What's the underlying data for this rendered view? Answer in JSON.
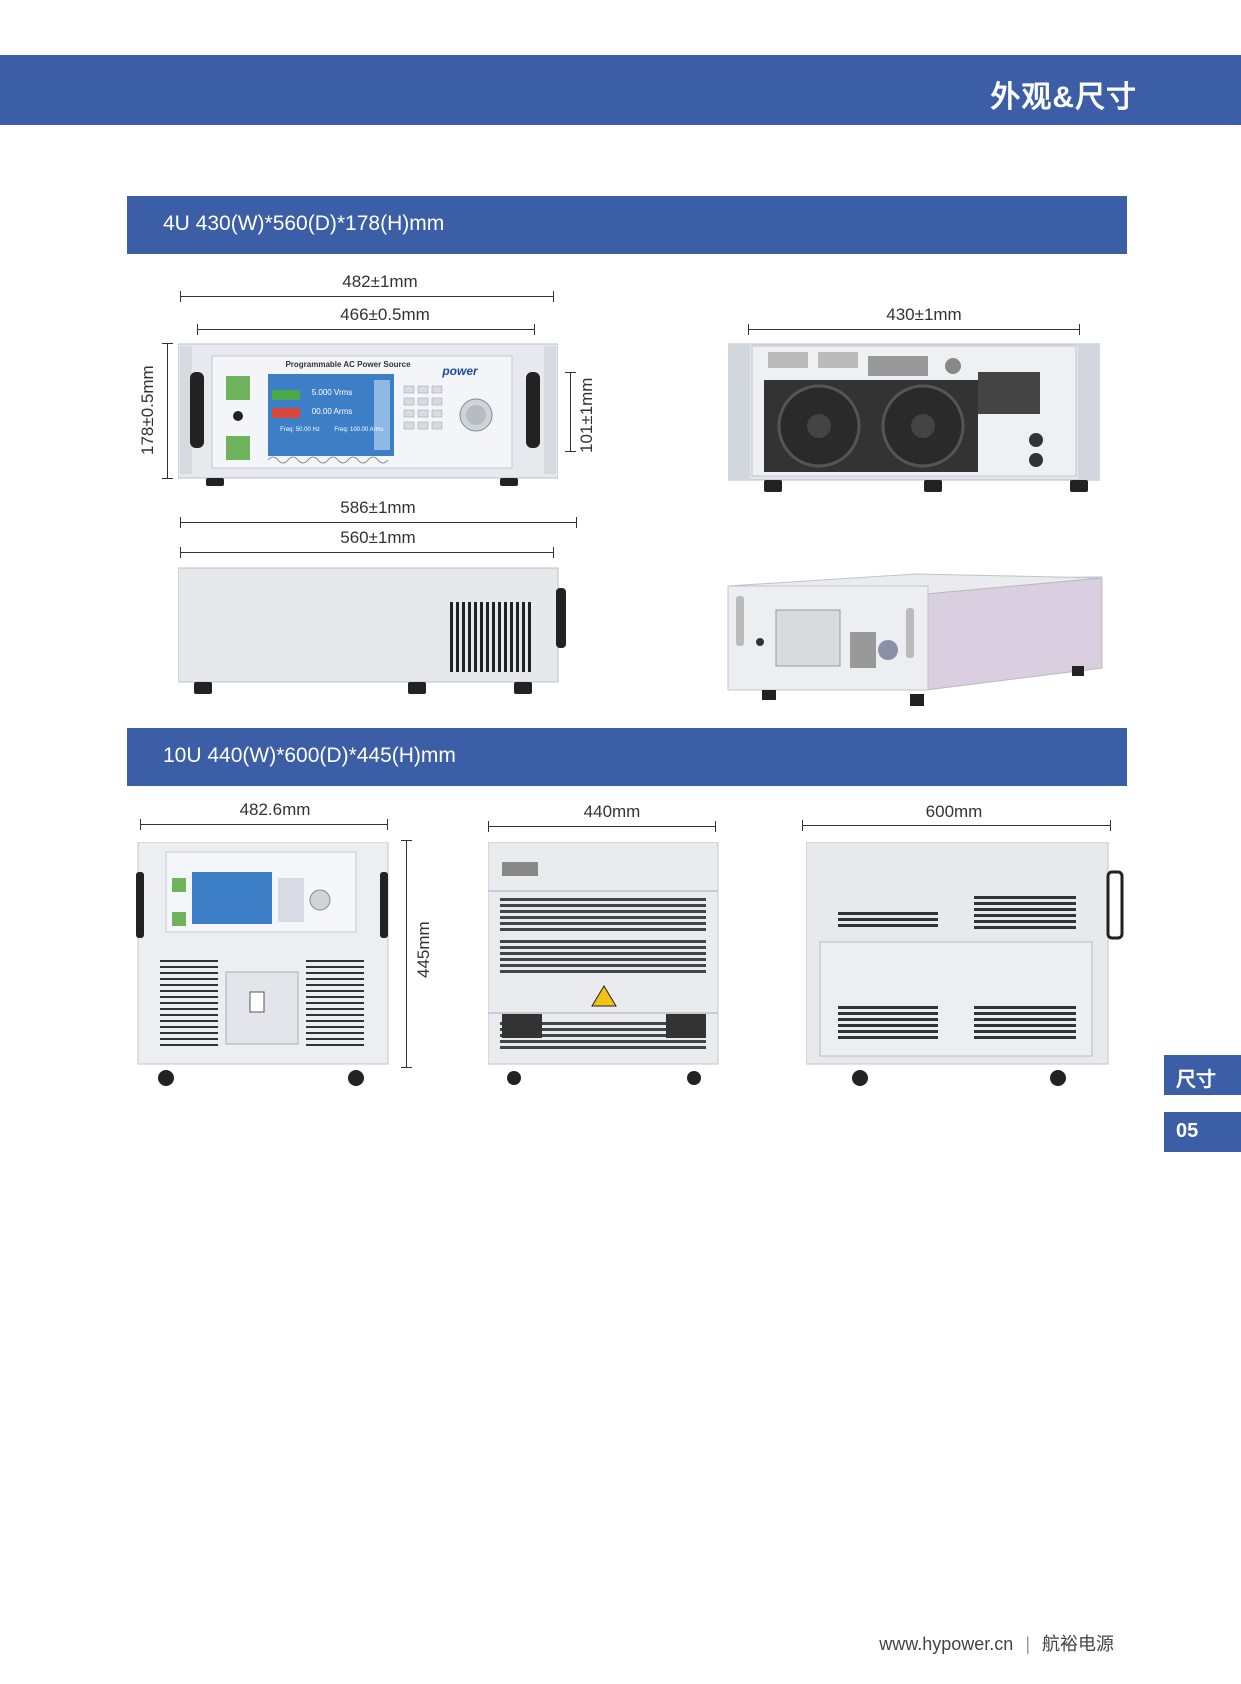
{
  "header": {
    "title": "外观&尺寸"
  },
  "section1": {
    "label": "4U 430(W)*560(D)*178(H)mm",
    "dims": {
      "front_outer_width": "482±1mm",
      "front_inner_width": "466±0.5mm",
      "front_height": "178±0.5mm",
      "handle_height": "101±1mm",
      "rear_width": "430±1mm",
      "side_outer_depth": "586±1mm",
      "side_inner_depth": "560±1mm"
    },
    "front_panel": {
      "title": "Programmable AC Power Source",
      "brand": "power",
      "voltage": "5.000 Vrms",
      "current": "00.00 Arms",
      "freq": "Freq: 50.00 Hz",
      "range": "Freq: 100.00 Arms"
    }
  },
  "section2": {
    "label": "10U 440(W)*600(D)*445(H)mm",
    "dims": {
      "front_width": "482.6mm",
      "front_height": "445mm",
      "rear_width": "440mm",
      "side_depth": "600mm"
    }
  },
  "side_tabs": {
    "section": "尺寸",
    "page": "05"
  },
  "footer": {
    "url": "www.hypower.cn",
    "brand": "航裕电源"
  },
  "colors": {
    "accent": "#3b5ea6",
    "panel": "#e8ebef",
    "screen": "#3d7fc6",
    "side_pink": "#d9cfe0"
  }
}
